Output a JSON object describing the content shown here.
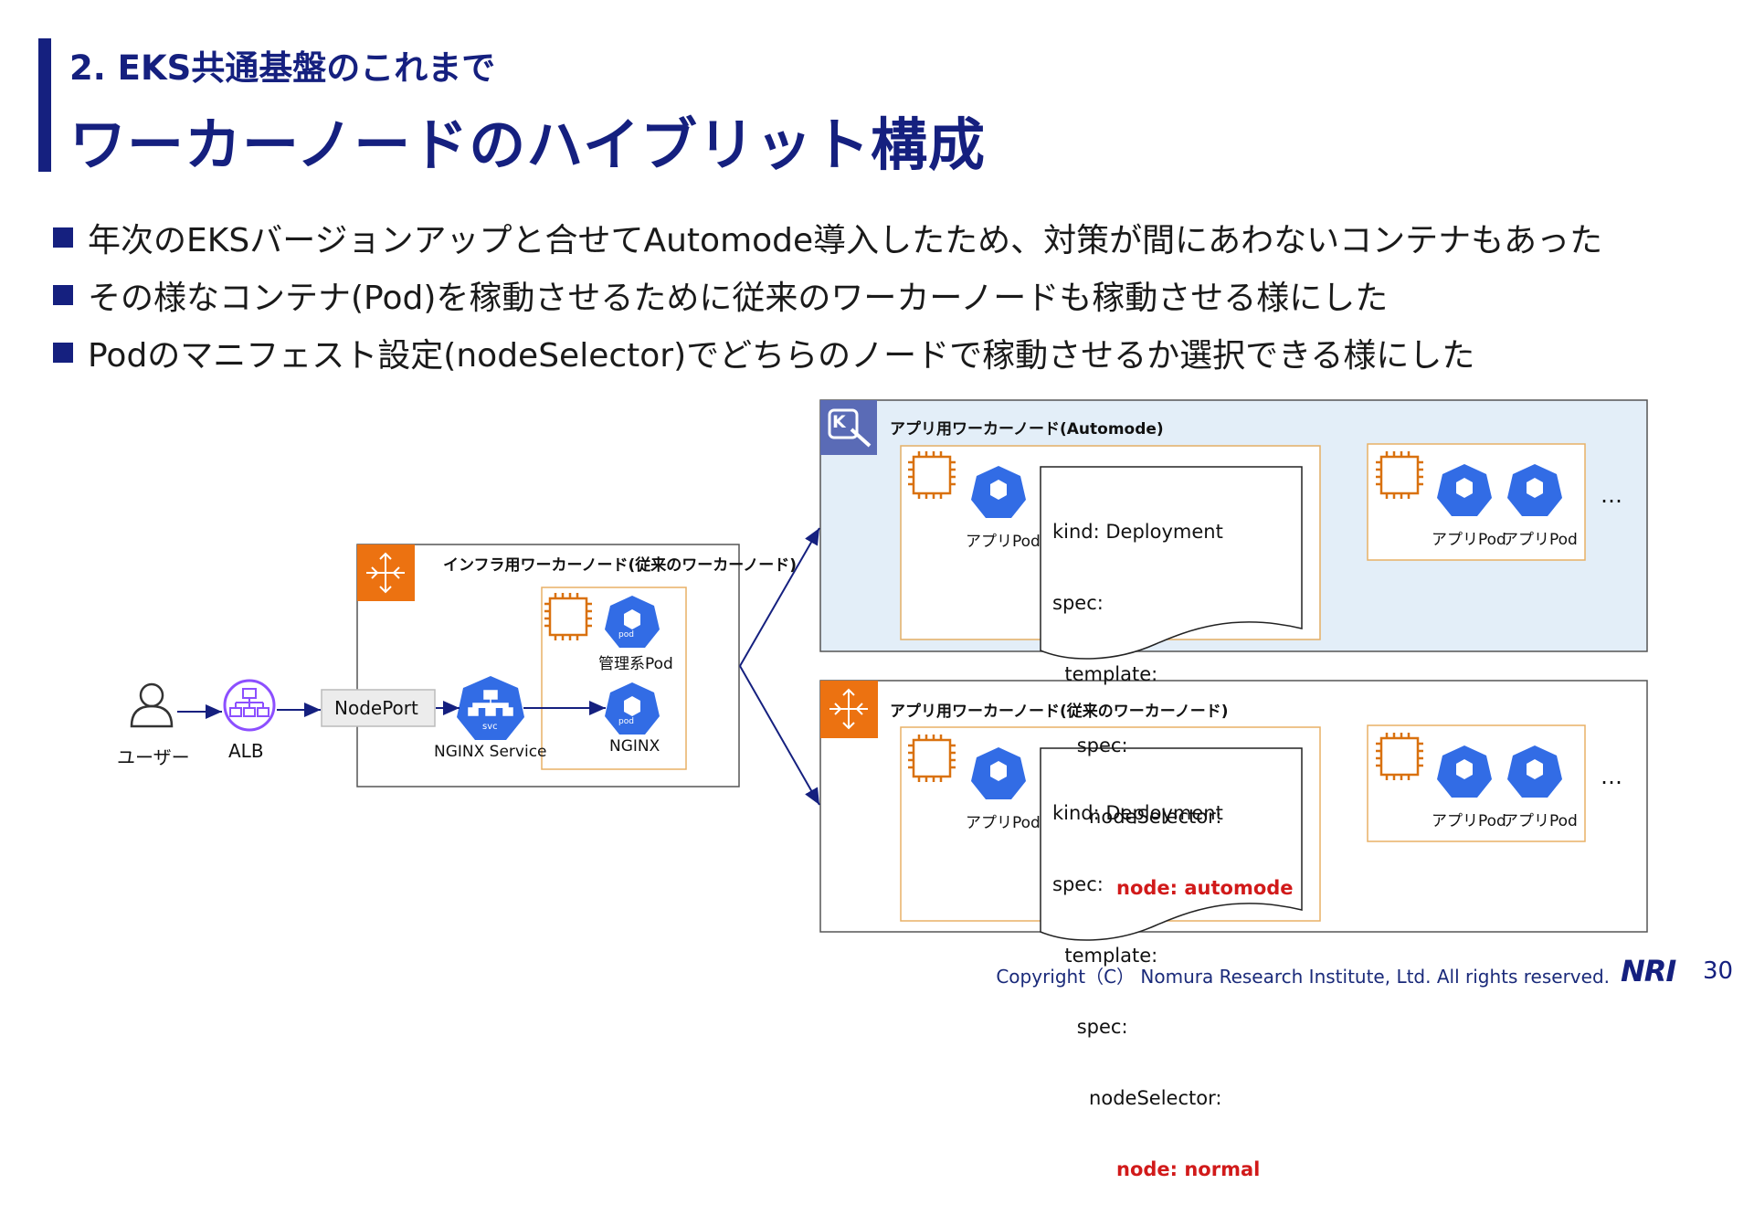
{
  "header": {
    "subtitle": "2. EKS共通基盤のこれまで",
    "title": "ワーカーノードのハイブリット構成"
  },
  "bullets": [
    "年次のEKSバージョンアップと合せてAutomode導入したため、対策が間にあわないコンテナもあった",
    "その様なコンテナ(Pod)を稼動させるために従来のワーカーノードも稼動させる様にした",
    "Podのマニフェスト設定(nodeSelector)でどちらのノードで稼動させるか選択できる様にした"
  ],
  "diagram": {
    "user_label": "ユーザー",
    "alb_label": "ALB",
    "nodeport_label": "NodePort",
    "infra_node": {
      "title": "インフラ用ワーカーノード(従来のワーカーノード)",
      "mgmt_pod_label": "管理系Pod",
      "nginx_service_label": "NGINX Service",
      "nginx_label": "NGINX",
      "svc_text": "svc",
      "pod_text": "pod"
    },
    "automode_node": {
      "title": "アプリ用ワーカーノード(Automode)",
      "pod_label": "アプリPod",
      "pod_label_2": "アプリPod",
      "pod_label_3": "アプリPod",
      "ellipsis": "…",
      "code_lines": [
        "kind: Deployment",
        "spec:",
        "  template:",
        "    spec:",
        "      nodeSelector:"
      ],
      "node_selector_value": "node: automode"
    },
    "normal_node": {
      "title": "アプリ用ワーカーノード(従来のワーカーノード)",
      "pod_label": "アプリPod",
      "pod_label_2": "アプリPod",
      "pod_label_3": "アプリPod",
      "ellipsis": "…",
      "code_lines": [
        "kind: Deployment",
        "spec:",
        "  template:",
        "    spec:",
        "      nodeSelector:"
      ],
      "node_selector_value": "node: normal"
    },
    "k_icon_text": "K"
  },
  "footer": {
    "copyright": "Copyright（C）  Nomura Research Institute, Ltd. All rights reserved.",
    "logo": "NRI",
    "page": "30"
  },
  "colors": {
    "brand": "#15207f",
    "orange": "#ec7211",
    "pod_blue": "#326ce5",
    "highlight_red": "#d11a1a",
    "automode_bg": "#e3eef8",
    "eks_purple": "#5a6bb6",
    "alb_purple": "#8c4fff"
  }
}
